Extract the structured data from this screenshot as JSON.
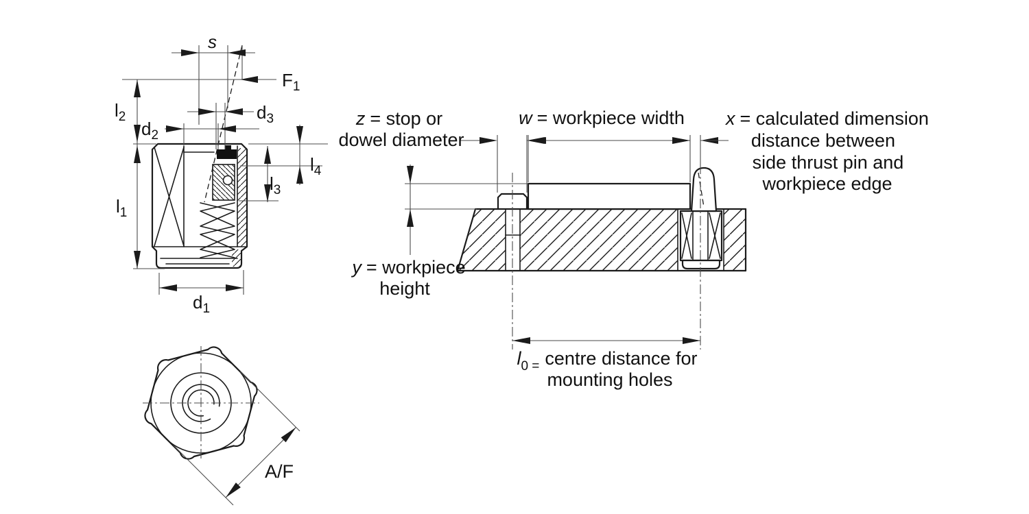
{
  "colors": {
    "background": "#ffffff",
    "line": "#1b1b1b",
    "seal_fill": "#111111"
  },
  "section_view": {
    "labels": {
      "s": "s",
      "f1": {
        "base": "F",
        "sub": "1"
      },
      "d3": {
        "base": "d",
        "sub": "3"
      },
      "d2": {
        "base": "d",
        "sub": "2"
      },
      "l2": {
        "base": "l",
        "sub": "2"
      },
      "l1": {
        "base": "l",
        "sub": "1"
      },
      "l4": {
        "base": "l",
        "sub": "4"
      },
      "l3": {
        "base": "l",
        "sub": "3"
      },
      "d1": {
        "base": "d",
        "sub": "1"
      }
    }
  },
  "end_view": {
    "labels": {
      "af": "A/F"
    }
  },
  "installation_view": {
    "annotations": {
      "z": {
        "variable": "z",
        "line1": "= stop or",
        "line2": "dowel diameter"
      },
      "w": {
        "variable": "w",
        "line1": "= workpiece width"
      },
      "x": {
        "variable": "x",
        "line1": "= calculated dimension",
        "line2": "distance between",
        "line3": "side thrust pin and",
        "line4": "workpiece edge"
      },
      "y": {
        "variable": "y",
        "line1": "= workpiece",
        "line2": "height"
      },
      "l0": {
        "variable": "l",
        "sub": "0 =",
        "line1": "centre distance for",
        "line2": "mounting holes"
      }
    }
  }
}
